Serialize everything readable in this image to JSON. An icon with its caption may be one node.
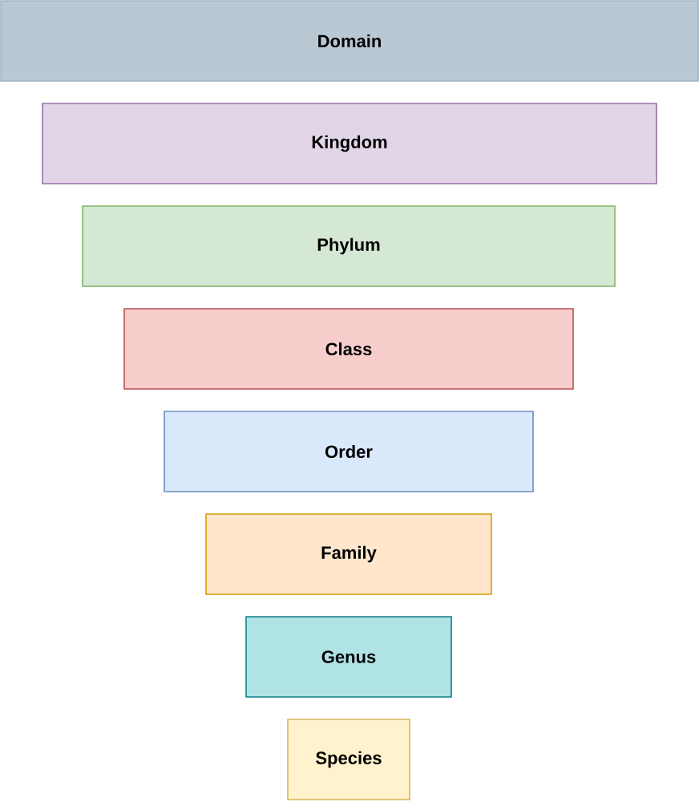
{
  "diagram": {
    "nodes": [
      {
        "text": [
          "Domain"
        ]
      },
      {
        "text": [
          "Kingdom"
        ]
      },
      {
        "text": [
          "Phylum"
        ]
      },
      {
        "text": [
          "Class"
        ]
      },
      {
        "text": [
          "Order"
        ]
      },
      {
        "text": [
          "Family"
        ]
      },
      {
        "text": [
          "Genus"
        ]
      },
      {
        "text": [
          "Species"
        ]
      }
    ]
  }
}
